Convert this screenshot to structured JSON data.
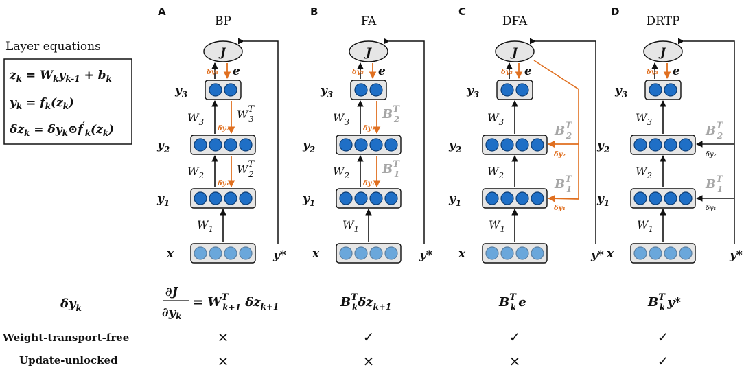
{
  "layer_equations_title": "Layer equations",
  "equations": [
    "z_k = W_k y_k-1 + b_k",
    "y_k = f_k(z_k)",
    "δz_k = δy_k ⊙ f'_k(z_k)"
  ],
  "panels": [
    {
      "letter": "A",
      "title": "BP"
    },
    {
      "letter": "B",
      "title": "FA"
    },
    {
      "letter": "C",
      "title": "DFA"
    },
    {
      "letter": "D",
      "title": "DRTP"
    }
  ],
  "nodes": {
    "J": "J",
    "e": "e",
    "y3": "y",
    "y2": "y",
    "y1": "y",
    "x": "x",
    "ystar": "y*"
  },
  "weights": {
    "W1": "W",
    "W2": "W",
    "W3": "W"
  },
  "rows": {
    "delta_y": "δy",
    "weight_transport_free": "Weight-transport-free",
    "update_unlocked": "Update-unlocked"
  },
  "marks": {
    "weight_transport_free": [
      "×",
      "✓",
      "✓",
      "✓"
    ],
    "update_unlocked": [
      "×",
      "×",
      "×",
      "✓"
    ]
  },
  "colors": {
    "node_dark": "#1f6fc6",
    "node_light": "#6aa7db",
    "orange": "#e06f1f",
    "grey_label": "#a6a6a6",
    "box_fill": "#e6e6e6"
  }
}
